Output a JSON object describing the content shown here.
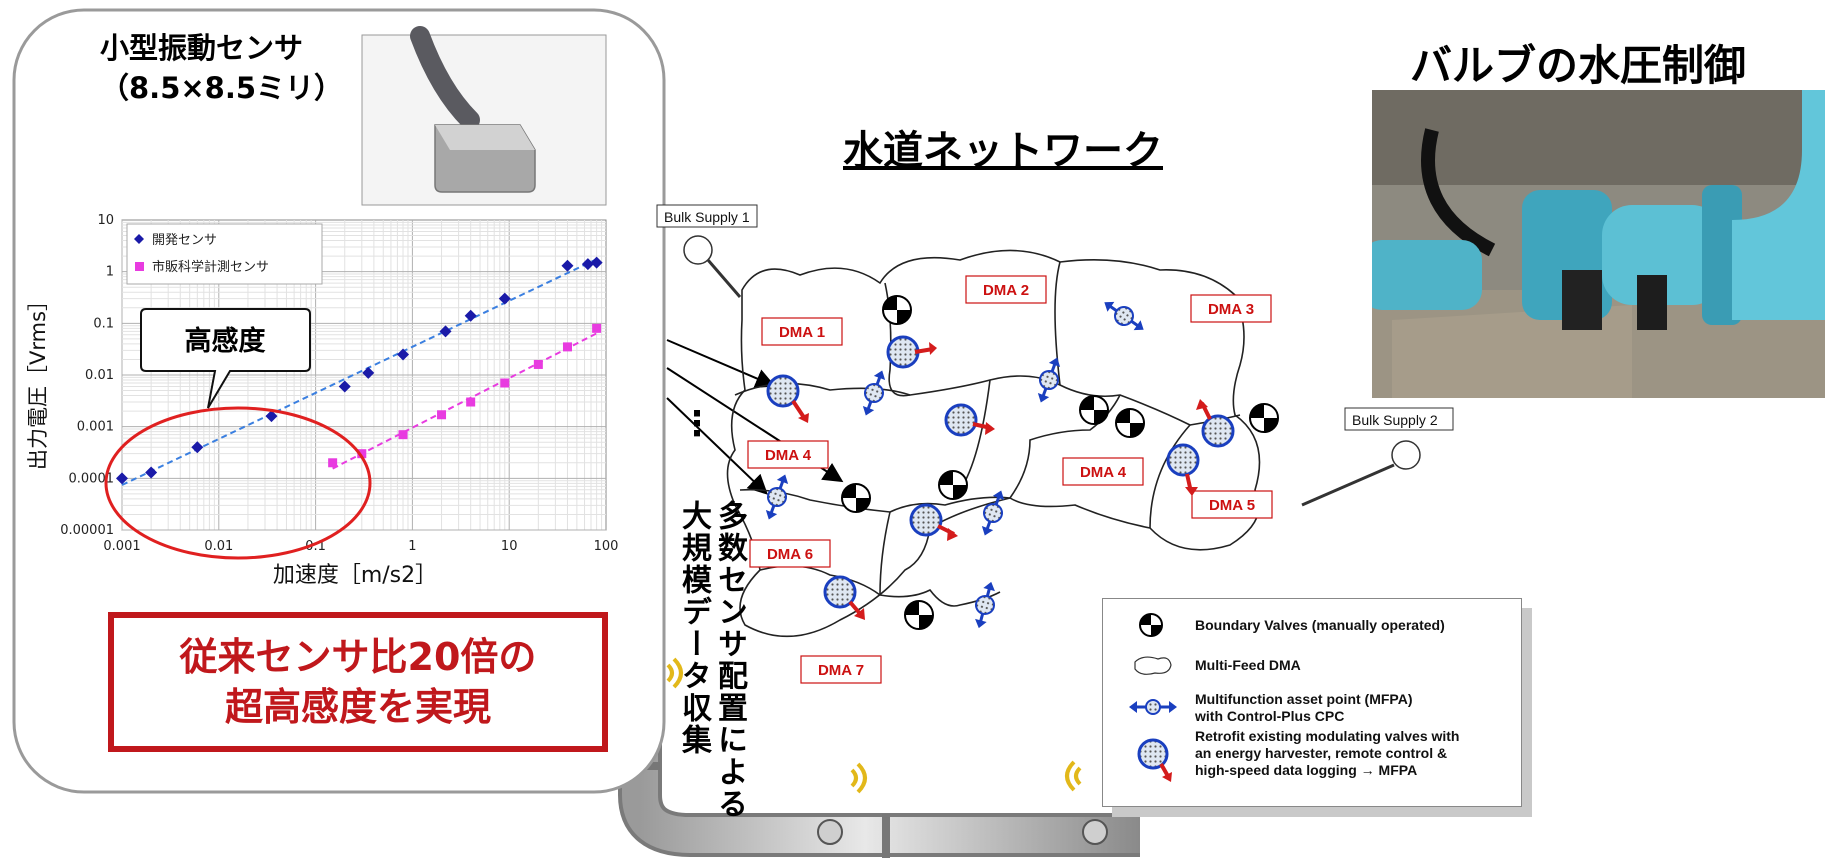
{
  "sensor": {
    "title_line1": "小型振動センサ",
    "title_line2": "（8.5×8.5ミリ）"
  },
  "valve_control_title": "バルブの水圧制御",
  "network_title": "水道ネットワーク",
  "highlight": {
    "line1": "従来センサ比20倍の",
    "line2": "超高感度を実現"
  },
  "callout": "高感度",
  "big_data_text_1": "大規模データ収集",
  "big_data_text_2": "多数センサ配置による",
  "ellipsis": "⋮",
  "chart_data": {
    "type": "scatter",
    "xscale": "log",
    "yscale": "log",
    "xlim": [
      0.001,
      100
    ],
    "ylim": [
      1e-05,
      10
    ],
    "xlabel": "加速度［m/s2］",
    "ylabel": "出力電圧［Vrms］",
    "xticks": [
      "0.001",
      "0.01",
      "0.1",
      "1",
      "10",
      "100"
    ],
    "yticks": [
      "0.00001",
      "0.0001",
      "0.001",
      "0.01",
      "0.1",
      "1",
      "10"
    ],
    "legend_position": "top-left",
    "series": [
      {
        "name": "開発センサ",
        "color": "#1a1aa8",
        "marker": "diamond",
        "x": [
          0.001,
          0.002,
          0.006,
          0.035,
          0.2,
          0.35,
          0.8,
          2.2,
          4,
          9,
          40,
          65,
          80
        ],
        "y": [
          0.0001,
          0.00013,
          0.0004,
          0.0016,
          0.006,
          0.011,
          0.025,
          0.07,
          0.14,
          0.3,
          1.3,
          1.4,
          1.5
        ]
      },
      {
        "name": "市販科学計測センサ",
        "color": "#e83be0",
        "marker": "square",
        "x": [
          0.15,
          0.3,
          0.8,
          2,
          4,
          9,
          20,
          40,
          80
        ],
        "y": [
          0.0002,
          0.0003,
          0.0007,
          0.0017,
          0.003,
          0.007,
          0.016,
          0.035,
          0.08
        ]
      }
    ]
  },
  "network": {
    "supplies": [
      "Bulk Supply 1",
      "Bulk Supply 2"
    ],
    "dma_labels": [
      "DMA 1",
      "DMA 2",
      "DMA 3",
      "DMA 4",
      "DMA 4",
      "DMA 5",
      "DMA 6",
      "DMA 7"
    ],
    "label_color": "#cc1111"
  },
  "legend": {
    "boundary_valves": "Boundary Valves (manually operated)",
    "multi_feed": "Multi-Feed DMA",
    "mfpa_line1": "Multifunction asset point (MFPA)",
    "mfpa_line2": "with Control-Plus CPC",
    "retrofit_line1": "Retrofit existing modulating valves with",
    "retrofit_line2": "an energy harvester, remote control &",
    "retrofit_line3": "high-speed data logging → MFPA"
  }
}
